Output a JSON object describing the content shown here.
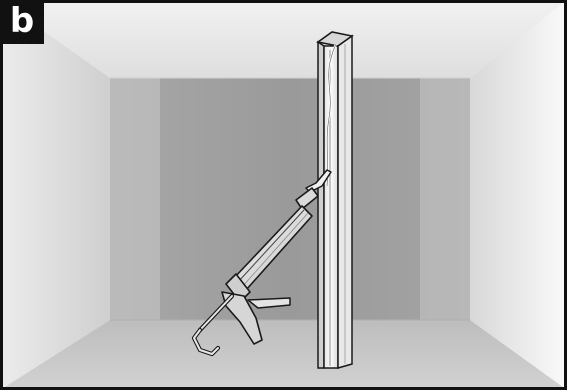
{
  "panel": {
    "label": "b"
  },
  "colors": {
    "frame_border": "#111111",
    "back_wall": "#9a9a9a",
    "side_wall": "#cfcfcf",
    "floor": "#c2c2c2",
    "ceiling": "#e8e8e8",
    "caulk_gun_fill": "#dcdcdc",
    "stud_fill": "#f4f4f4",
    "outline": "#1a1a1a"
  },
  "objects": [
    {
      "name": "room",
      "icon": "room-interior"
    },
    {
      "name": "stud",
      "icon": "metal-stud"
    },
    {
      "name": "caulk-gun",
      "icon": "caulking-gun"
    },
    {
      "name": "caulk-bead",
      "icon": "sealant-bead"
    }
  ]
}
